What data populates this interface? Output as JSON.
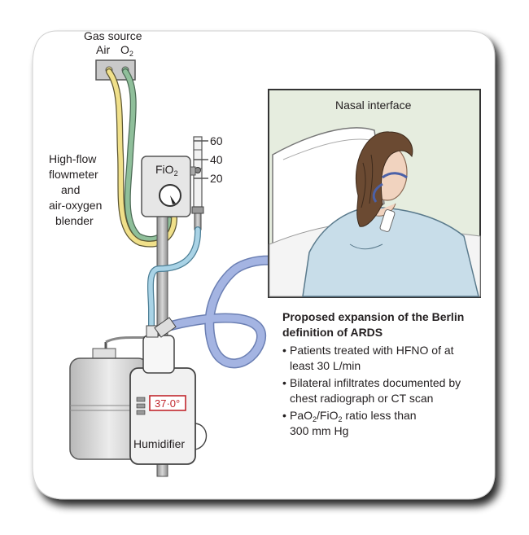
{
  "gas_source": {
    "title": "Gas source",
    "air": "Air",
    "o2_base": "O",
    "o2_sub": "2"
  },
  "blender": {
    "line1": "High-flow",
    "line2": "flowmeter",
    "line3": "and",
    "line4": "air-oxygen",
    "line5": "blender",
    "fio2_base": "FiO",
    "fio2_sub": "2"
  },
  "flow_scale": {
    "ticks": [
      "60",
      "40",
      "20"
    ]
  },
  "nasal_panel": {
    "title": "Nasal interface"
  },
  "humidifier": {
    "label": "Humidifier",
    "temperature": "37·0°"
  },
  "berlin": {
    "heading1": "Proposed expansion of the Berlin",
    "heading2": "definition of ARDS",
    "b1_l1": "Patients treated with HFNO of at",
    "b1_l2": "least 30 L/min",
    "b2_l1": "Bilateral infiltrates documented by",
    "b2_l2": "chest radiograph or CT scan",
    "b3_pa": "PaO",
    "b3_sub1": "2",
    "b3_mid": "/FiO",
    "b3_sub2": "2",
    "b3_rest": " ratio less than",
    "b3_l2": "300 mm Hg",
    "bullet": "•"
  },
  "colors": {
    "air_line": "#f0e08a",
    "o2_line": "#8fbf9a",
    "blue_tube": "#a4b4e2",
    "light_blue_tube": "#a9d3e6",
    "panel_bg": "#e6eddf",
    "gown": "#c8dde9",
    "hair": "#6b4a32",
    "skin": "#f1d3bf",
    "display_red": "#c1272d"
  }
}
